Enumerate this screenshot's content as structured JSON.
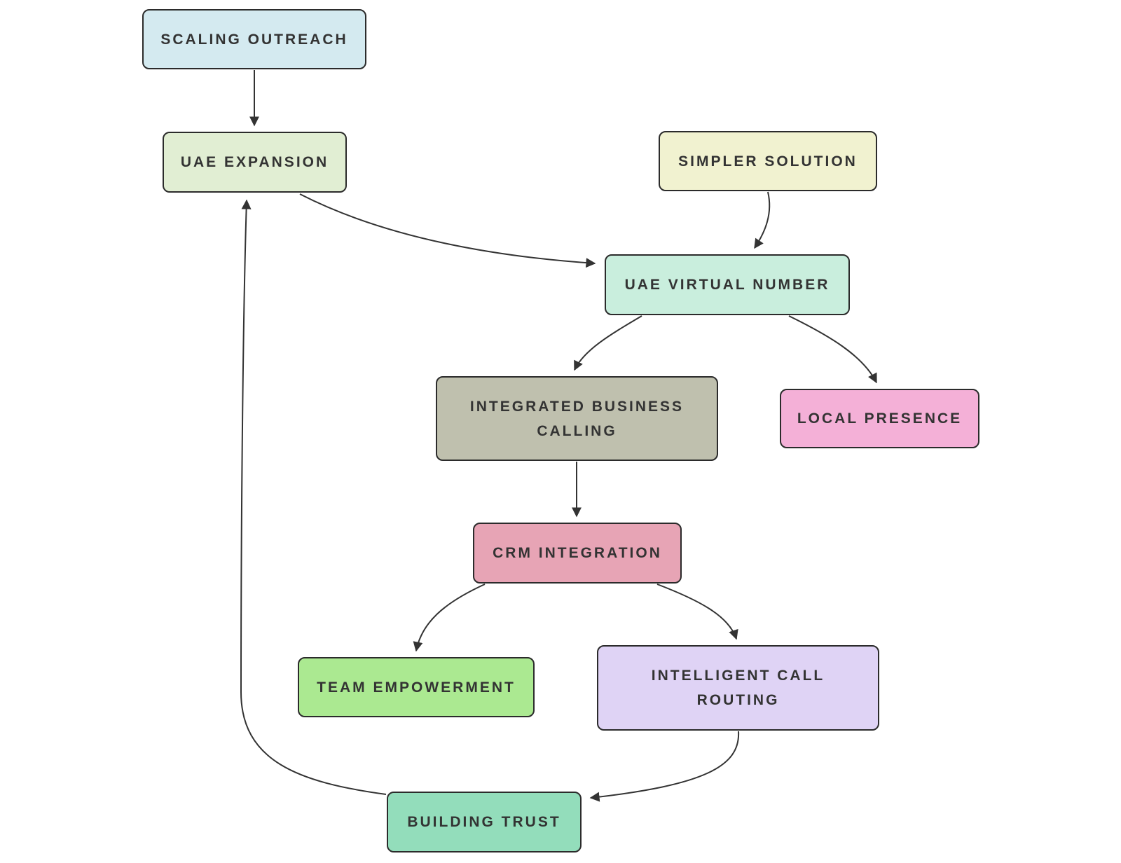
{
  "diagram": {
    "type": "flowchart",
    "background": "#ffffff",
    "edge_color": "#333333",
    "node_border_color": "#2b2b2b",
    "text_color": "#333333",
    "nodes": [
      {
        "id": "scaling-outreach",
        "label": "SCALING OUTREACH",
        "fill": "#d4eaf0"
      },
      {
        "id": "uae-expansion",
        "label": "UAE EXPANSION",
        "fill": "#e1eed3"
      },
      {
        "id": "simpler-solution",
        "label": "SIMPLER SOLUTION",
        "fill": "#f1f2d0"
      },
      {
        "id": "uae-virtual-number",
        "label": "UAE VIRTUAL NUMBER",
        "fill": "#c9eedd"
      },
      {
        "id": "integrated-business-calling",
        "label": "INTEGRATED BUSINESS CALLING",
        "fill": "#bfc0ae"
      },
      {
        "id": "local-presence",
        "label": "LOCAL PRESENCE",
        "fill": "#f4b0d7"
      },
      {
        "id": "crm-integration",
        "label": "CRM INTEGRATION",
        "fill": "#e7a4b5"
      },
      {
        "id": "team-empowerment",
        "label": "TEAM EMPOWERMENT",
        "fill": "#abe991"
      },
      {
        "id": "intelligent-call-routing",
        "label": "INTELLIGENT CALL ROUTING",
        "fill": "#dfd3f5"
      },
      {
        "id": "building-trust",
        "label": "BUILDING TRUST",
        "fill": "#93ddbb"
      }
    ],
    "edges": [
      {
        "from": "scaling-outreach",
        "to": "uae-expansion"
      },
      {
        "from": "uae-expansion",
        "to": "uae-virtual-number"
      },
      {
        "from": "simpler-solution",
        "to": "uae-virtual-number"
      },
      {
        "from": "uae-virtual-number",
        "to": "integrated-business-calling"
      },
      {
        "from": "uae-virtual-number",
        "to": "local-presence"
      },
      {
        "from": "integrated-business-calling",
        "to": "crm-integration"
      },
      {
        "from": "crm-integration",
        "to": "team-empowerment"
      },
      {
        "from": "crm-integration",
        "to": "intelligent-call-routing"
      },
      {
        "from": "intelligent-call-routing",
        "to": "building-trust"
      },
      {
        "from": "building-trust",
        "to": "uae-expansion"
      }
    ]
  }
}
